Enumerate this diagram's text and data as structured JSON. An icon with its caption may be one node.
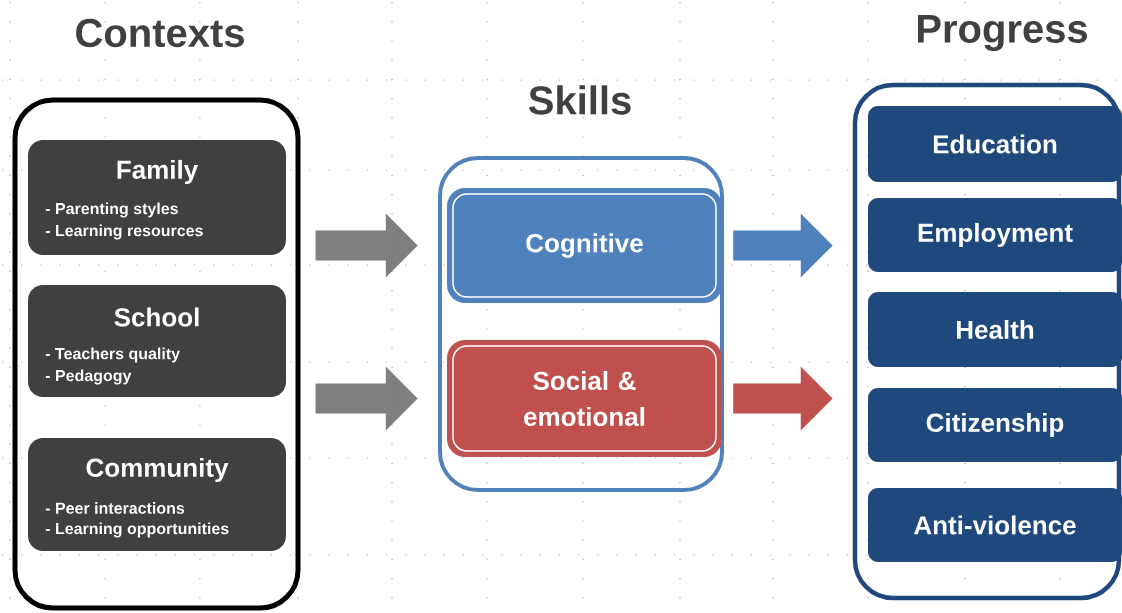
{
  "diagram": {
    "nodes": [
      {
        "text": [
          "Contexts"
        ]
      },
      {
        "text": [
          "Family",
          "- Parenting styles",
          "- Learning resources"
        ],
        "in": 0
      },
      {
        "text": [
          "School",
          "- Teachers quality",
          "- Pedagogy"
        ],
        "in": 0
      },
      {
        "text": [
          "Community",
          "- Peer interactions",
          "- Learning opportunities"
        ],
        "in": 0
      },
      {
        "text": [
          "Skills"
        ]
      },
      {
        "text": [
          "Cognitive"
        ],
        "in": 4
      },
      {
        "text": [
          "Social & emotional"
        ],
        "in": 4
      },
      {
        "text": [
          "Progress"
        ]
      },
      {
        "text": [
          "Education"
        ],
        "in": 7
      },
      {
        "text": [
          "Employment"
        ],
        "in": 7
      },
      {
        "text": [
          "Health"
        ],
        "in": 7
      },
      {
        "text": [
          "Citizenship"
        ],
        "in": 7
      },
      {
        "text": [
          "Anti-violence"
        ],
        "in": 7
      }
    ],
    "edges": [
      {
        "from": 0,
        "to": 5,
        "arrow": "to",
        "color": "#7f7f7f"
      },
      {
        "from": 0,
        "to": 6,
        "arrow": "to",
        "color": "#7f7f7f"
      },
      {
        "from": 5,
        "to": 7,
        "arrow": "to",
        "color": "#4f81bd"
      },
      {
        "from": 6,
        "to": 7,
        "arrow": "to",
        "color": "#c0504d"
      }
    ]
  }
}
